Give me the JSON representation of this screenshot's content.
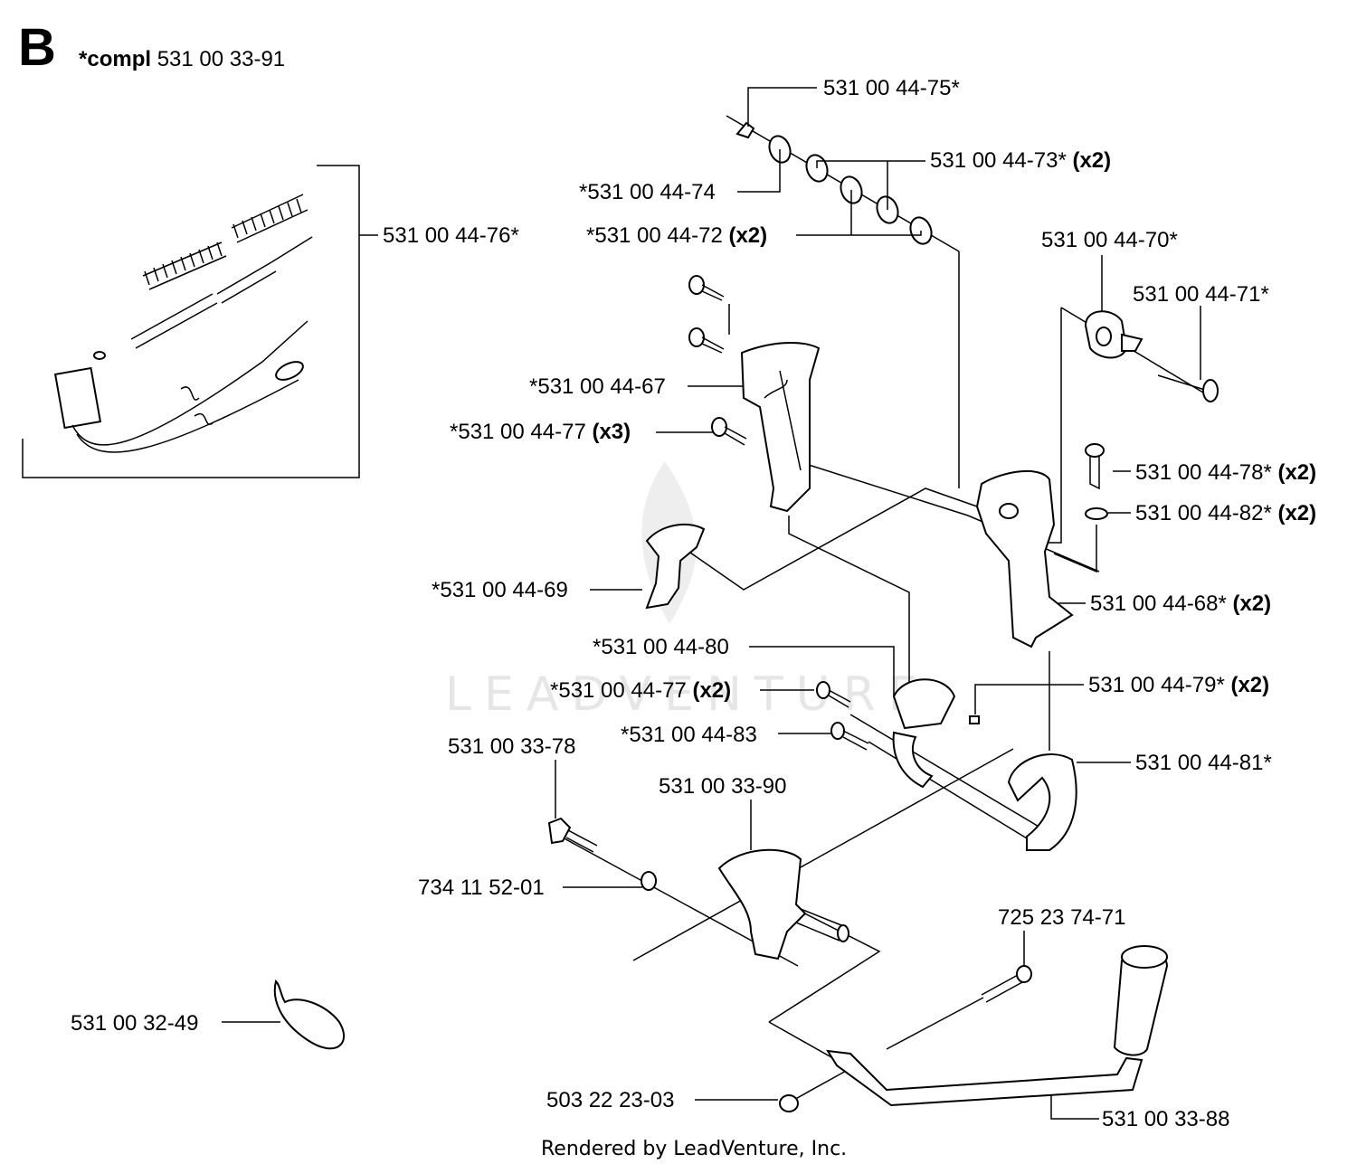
{
  "section_letter": "B",
  "compl_prefix": "*compl",
  "compl_number": "531 00 33-91",
  "watermark": "LEADVENTURE",
  "footer": "Rendered by LeadVenture, Inc.",
  "callouts": [
    {
      "id": "c75",
      "text": "531 00 44-75*",
      "qty": ""
    },
    {
      "id": "c73",
      "text": "531 00 44-73*",
      "qty": "(x2)"
    },
    {
      "id": "c74",
      "text": "*531 00 44-74",
      "qty": ""
    },
    {
      "id": "c76",
      "text": "531 00 44-76*",
      "qty": ""
    },
    {
      "id": "c72",
      "text": "*531 00 44-72",
      "qty": "(x2)"
    },
    {
      "id": "c70",
      "text": "531 00 44-70*",
      "qty": ""
    },
    {
      "id": "c71",
      "text": "531 00 44-71*",
      "qty": ""
    },
    {
      "id": "c67",
      "text": "*531 00 44-67",
      "qty": ""
    },
    {
      "id": "c77a",
      "text": "*531 00 44-77",
      "qty": "(x3)"
    },
    {
      "id": "c78",
      "text": "531 00 44-78*",
      "qty": "(x2)"
    },
    {
      "id": "c82",
      "text": "531 00 44-82*",
      "qty": "(x2)"
    },
    {
      "id": "c69",
      "text": "*531 00 44-69",
      "qty": ""
    },
    {
      "id": "c68",
      "text": "531 00 44-68*",
      "qty": "(x2)"
    },
    {
      "id": "c80",
      "text": "*531 00 44-80",
      "qty": ""
    },
    {
      "id": "c77b",
      "text": "*531 00 44-77",
      "qty": "(x2)"
    },
    {
      "id": "c79",
      "text": "531 00 44-79*",
      "qty": "(x2)"
    },
    {
      "id": "c83",
      "text": "*531 00 44-83",
      "qty": ""
    },
    {
      "id": "c3378",
      "text": "531 00 33-78",
      "qty": ""
    },
    {
      "id": "c81",
      "text": "531 00 44-81*",
      "qty": ""
    },
    {
      "id": "c3390",
      "text": "531 00 33-90",
      "qty": ""
    },
    {
      "id": "c7341",
      "text": "734 11 52-01",
      "qty": ""
    },
    {
      "id": "c7252",
      "text": "725 23 74-71",
      "qty": ""
    },
    {
      "id": "c3249",
      "text": "531 00 32-49",
      "qty": ""
    },
    {
      "id": "c5032",
      "text": "503 22 23-03",
      "qty": ""
    },
    {
      "id": "c3388",
      "text": "531 00 33-88",
      "qty": ""
    }
  ]
}
